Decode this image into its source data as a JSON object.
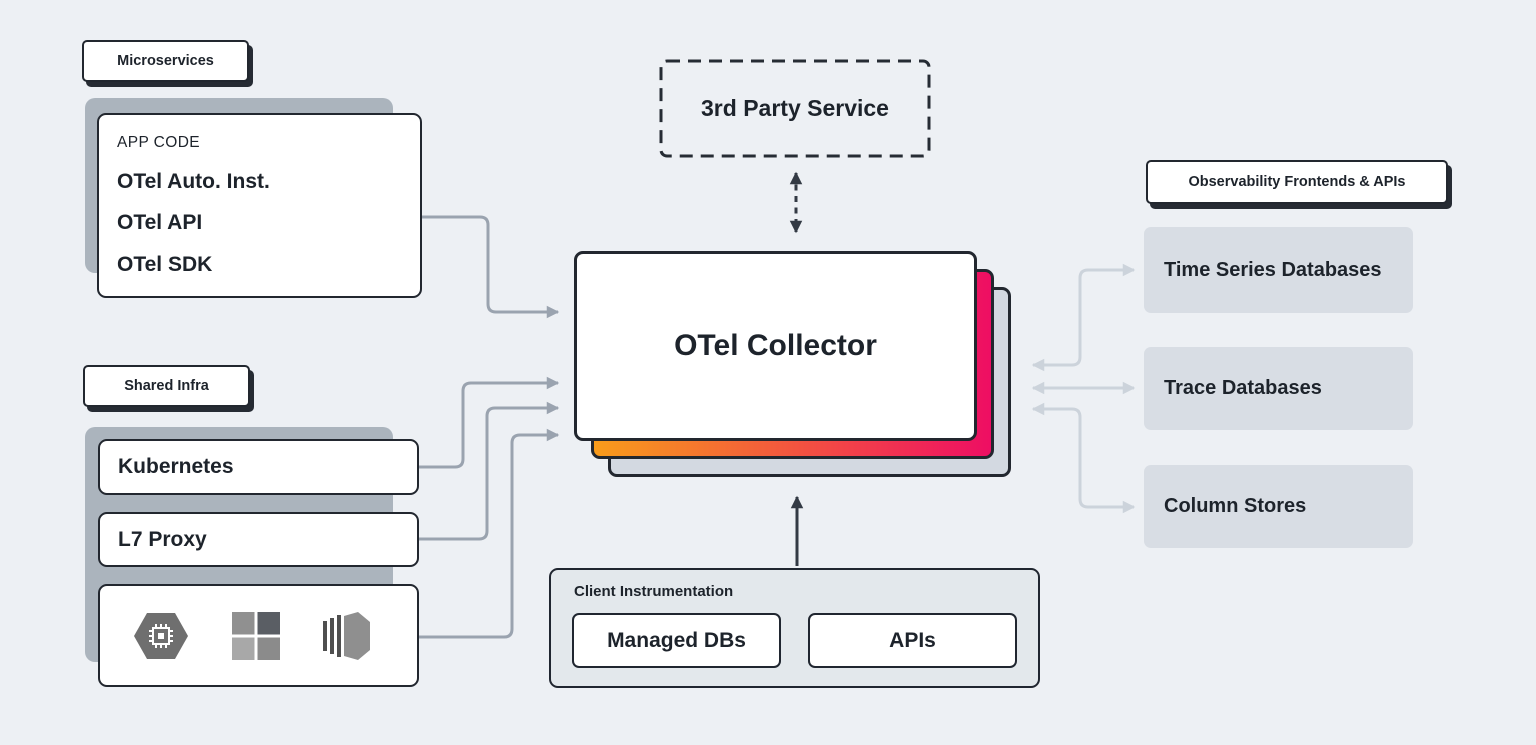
{
  "colors": {
    "background": "#edf0f4",
    "border_dark": "#22272f",
    "panel_gray": "#abb4bd",
    "box_gray": "#d8dde4",
    "collector_back": "#d3d9e1",
    "collector_gradient_start": "#f89c1b",
    "collector_gradient_end": "#ee0e63",
    "line_gray": "#9aa3af",
    "line_light": "#ccd3db",
    "arrow_dark": "#333a44"
  },
  "badges": {
    "microservices": "Microservices",
    "shared_infra": "Shared Infra",
    "observability": "Observability Frontends & APIs"
  },
  "microservices": {
    "app_code": "APP CODE",
    "auto_inst": "OTel Auto. Inst.",
    "api": "OTel API",
    "sdk": "OTel SDK"
  },
  "shared_infra": {
    "kubernetes": "Kubernetes",
    "l7_proxy": "L7 Proxy",
    "icons": [
      "gcp-hexagon-chip",
      "microsoft-squares",
      "aws-layers"
    ]
  },
  "collector": {
    "title": "OTel Collector"
  },
  "third_party": {
    "title": "3rd Party Service"
  },
  "client_instrumentation": {
    "title": "Client Instrumentation",
    "managed_dbs": "Managed DBs",
    "apis": "APIs"
  },
  "observability_targets": [
    "Time Series Databases",
    "Trace Databases",
    "Column Stores"
  ]
}
